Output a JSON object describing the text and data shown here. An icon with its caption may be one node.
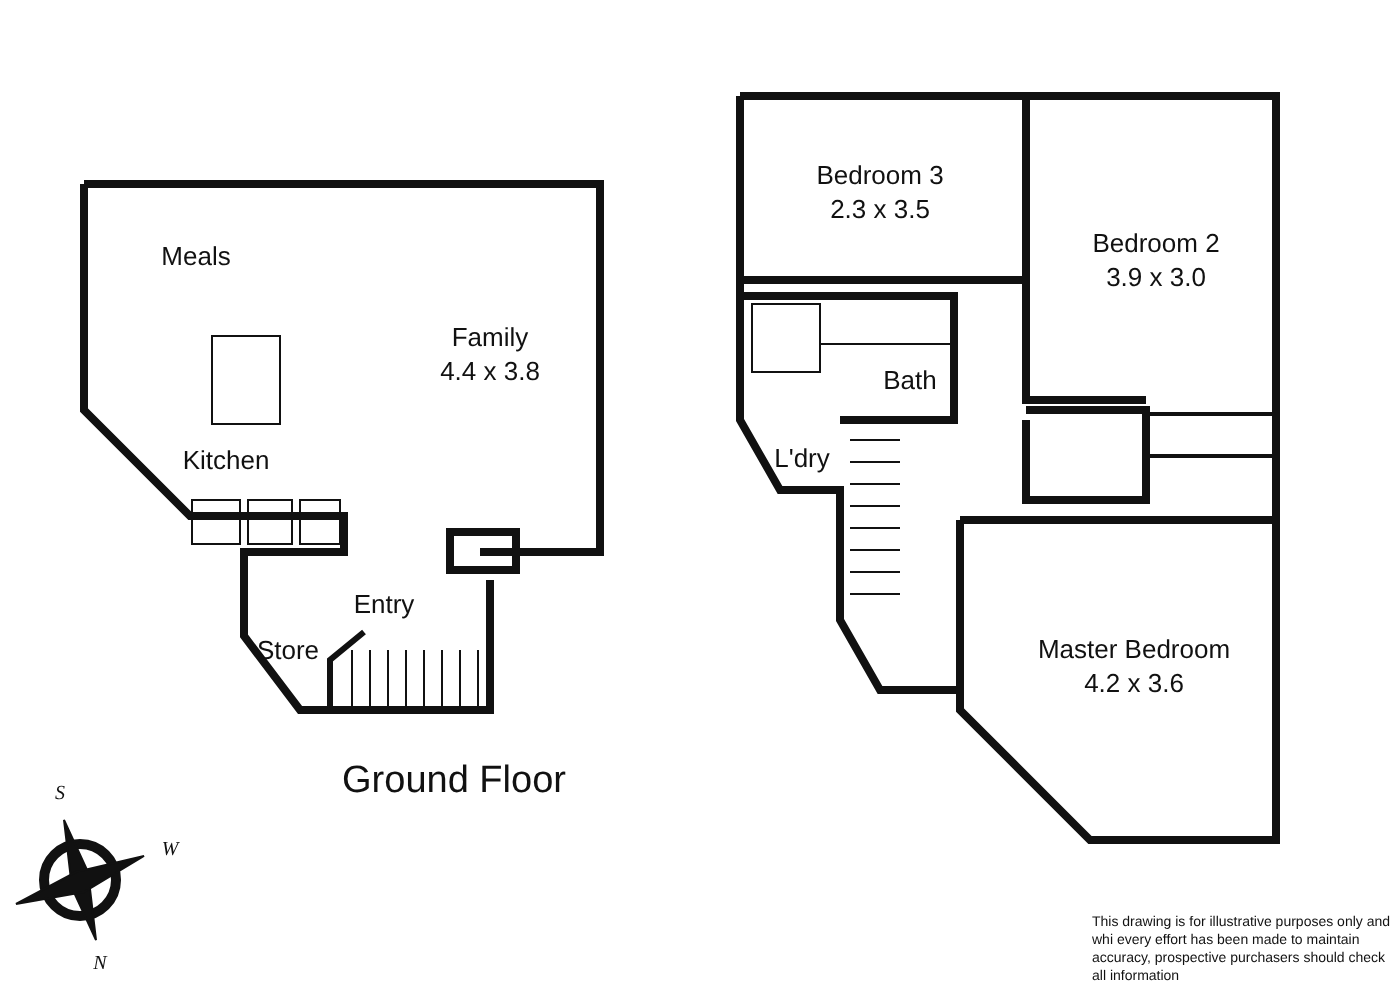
{
  "diagram": {
    "title": "Ground Floor",
    "nodes": [
      {
        "text": [
          "Family",
          "4.4 x 3.8"
        ]
      },
      {
        "text": [
          "Entry"
        ]
      },
      {
        "text": [
          "Store"
        ]
      },
      {
        "text": [
          "Bedroom 3",
          "2.3 x 3.5"
        ]
      },
      {
        "text": [
          "Bedroom 2",
          "3.9 x 3.0"
        ]
      },
      {
        "text": [
          "Bath"
        ]
      },
      {
        "text": [
          "L'dry"
        ]
      },
      {
        "text": [
          "Master Bedroom",
          "4.2 x 3.6"
        ]
      }
    ],
    "edges": [],
    "labels": [
      "Meals",
      "Kitchen",
      "S",
      "W",
      "N",
      "This drawing is for illustrative purposes only and whi every effort has been made to maintain accuracy, prospective purchasers should check all information"
    ]
  }
}
